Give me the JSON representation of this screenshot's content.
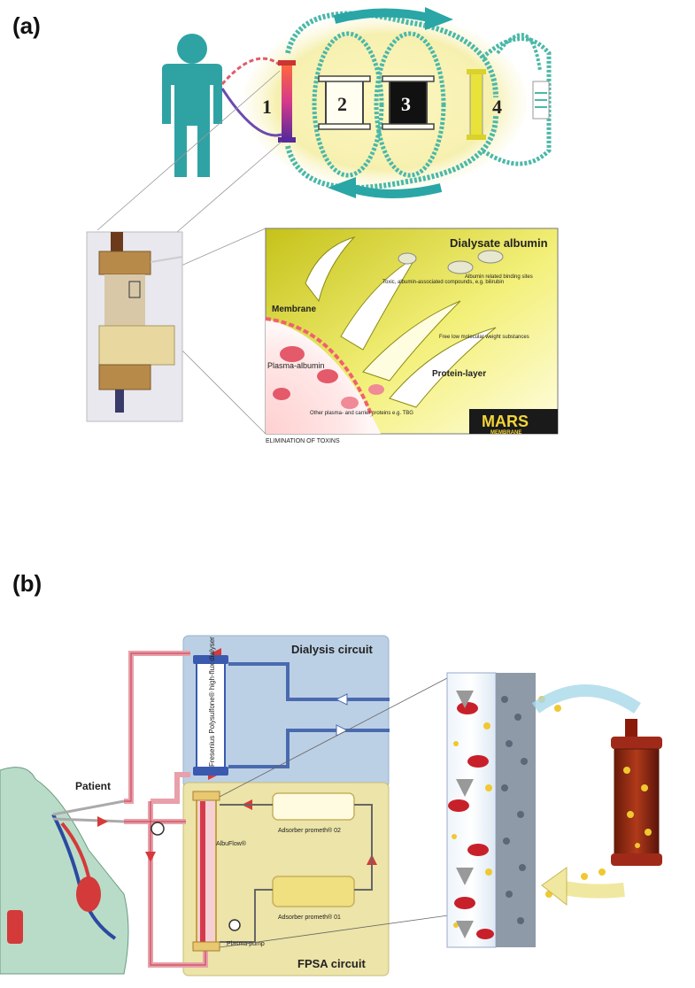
{
  "panel_a": {
    "label": "(a)",
    "numbers": [
      "1",
      "2",
      "3",
      "4"
    ],
    "callouts": {
      "dialysate_albumin": "Dialysate albumin",
      "albumin_binding": "Albumin related binding sites",
      "toxic": "Toxic, albumin-associated compounds, e.g. bilirubin",
      "membrane": "Membrane",
      "free_low": "Free low molecular weight substances",
      "plasma_albumin": "Plasma-albumin",
      "protein_layer": "Protein-layer",
      "other_plasma": "Other plasma- and carrier proteins e.g. TBG",
      "mars": "MARS",
      "mars_membrane": "MEMBRANE",
      "elimination": "ELIMINATION OF TOXINS"
    }
  },
  "panel_b": {
    "label": "(b)",
    "dialysis_circuit": "Dialysis circuit",
    "fpsa_circuit": "FPSA circuit",
    "patient": "Patient",
    "dialyser": "Fresenius Polysulfone® high-flux dialyser",
    "albuflow": "AlbuFlow®",
    "adsorber_02": "Adsorber prometh® 02",
    "adsorber_01": "Adsorber prometh® 01",
    "plasma_pump": "Plasma pump"
  },
  "colors": {
    "teal": "#2fa3a3",
    "tubing": "#e58f9a",
    "tubing_red": "#d63a3a",
    "yellow": "#e8e23a",
    "dialysis_box": "#b9cde3",
    "fpsa_box": "#ece4a8"
  }
}
